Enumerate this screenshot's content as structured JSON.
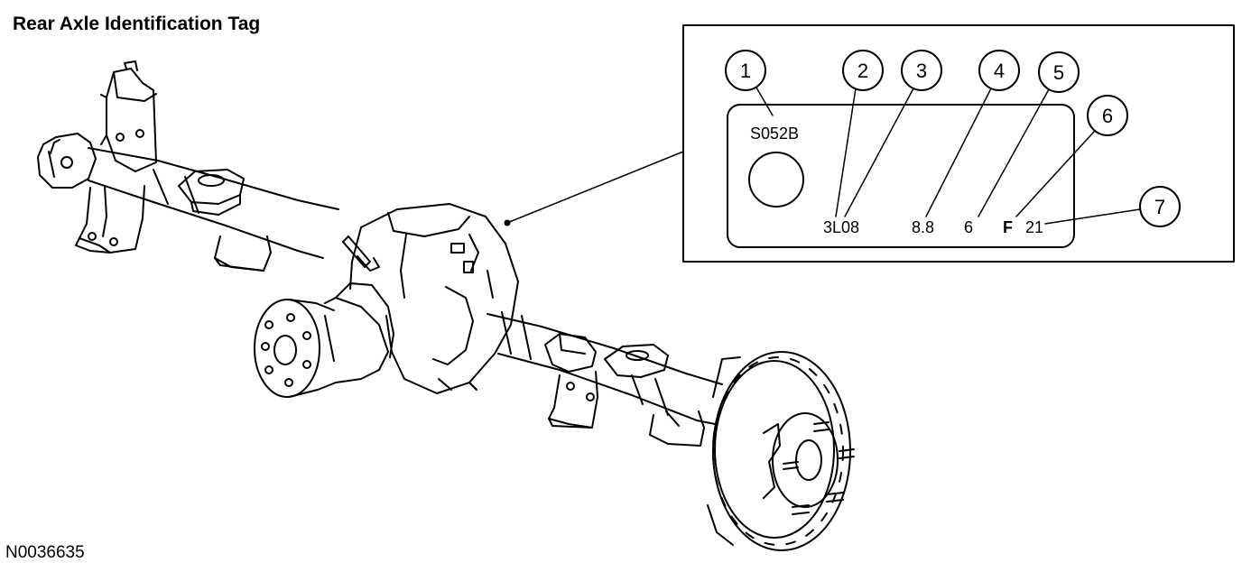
{
  "title": "Rear Axle Identification Tag",
  "figure_id": "N0036635",
  "tag": {
    "callouts": [
      "1",
      "2",
      "3",
      "4",
      "5",
      "6",
      "7"
    ],
    "part_number": "S052B",
    "field_3l08": "3L08",
    "ratio": "8.8",
    "field_6": "6",
    "letter": "F",
    "field_21": "21"
  }
}
